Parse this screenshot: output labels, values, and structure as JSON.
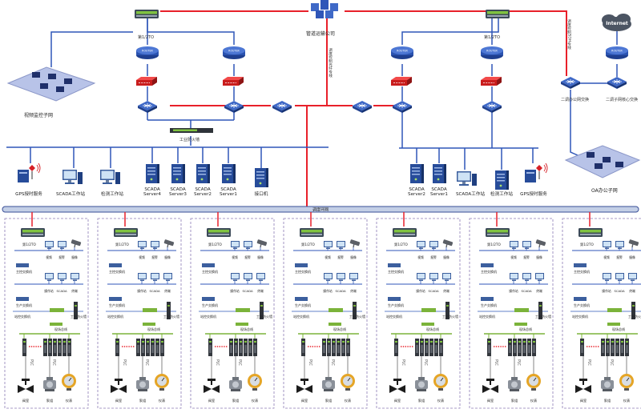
{
  "top": {
    "company": "管道运输公司",
    "link_left": "第1/2TO",
    "link_right": "第1/2TO",
    "link_center": "调度控制光纤专线",
    "link_far": "调度控制SDH专线",
    "firewall": "工业防火墙",
    "video_net": "视频监控子网",
    "internet": "Internet",
    "office_switch": "二调办公网交换",
    "office_core": "二调子网核心交换",
    "office_net": "OA办公子网"
  },
  "left_hosts": [
    "GPS授时服务",
    "SCADA工作站",
    "检测工作站",
    "SCADA Server4",
    "SCADA Server3",
    "SCADA Server2",
    "SCADA Server1",
    "接口机"
  ],
  "right_hosts": [
    "SCADA Server2",
    "SCADA Server1",
    "SCADA工作站",
    "检测工作站",
    "GPS授时服务"
  ],
  "ring_label": "调度环网",
  "station": {
    "uplink": "第1/2TO",
    "cam_labels": [
      "视频",
      "报警",
      "摄像"
    ],
    "mid_labels": [
      "操作站",
      "SCADA",
      "终端"
    ],
    "switch_a": "主控交换机",
    "switch_b": "生产交换机",
    "site_switch": "站控交换机",
    "fw": "工业防火墙",
    "bus": "现场总线",
    "plc": "PLC",
    "devices": [
      "阀室",
      "泵组",
      "仪表"
    ]
  },
  "colors": {
    "red": "#e8202a",
    "blue": "#2f56b8",
    "ring_fill": "#c3cfe6",
    "ring_stroke": "#3a4f97",
    "green": "#7bb33a",
    "purple": "#8c7bb5",
    "device_blue": "#2b4f9b"
  },
  "icons": [
    "switch-icon",
    "router-icon",
    "firewall-icon",
    "core-switch-icon",
    "cloud-icon",
    "server-icon",
    "workstation-icon",
    "gps-icon",
    "camera-icon",
    "plc-icon",
    "valve-icon",
    "pump-icon",
    "meter-icon"
  ]
}
